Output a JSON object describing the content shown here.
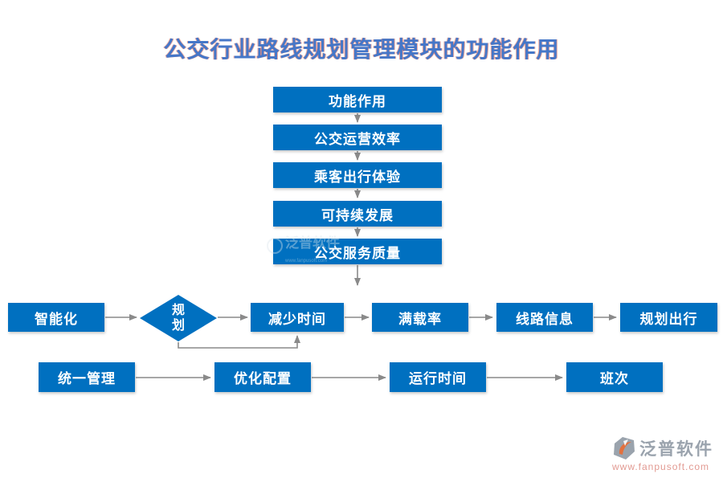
{
  "title": "公交行业路线规划管理模块的功能作用",
  "chain": [
    {
      "label": "功能作用"
    },
    {
      "label": "公交运营效率"
    },
    {
      "label": "乘客出行体验"
    },
    {
      "label": "可持续发展"
    },
    {
      "label": "公交服务质量"
    }
  ],
  "row1": {
    "start": {
      "label": "智能化"
    },
    "decision": {
      "label": "规划"
    },
    "steps": [
      {
        "label": "减少时间"
      },
      {
        "label": "满载率"
      },
      {
        "label": "线路信息"
      },
      {
        "label": "规划出行"
      }
    ]
  },
  "row2": [
    {
      "label": "统一管理"
    },
    {
      "label": "优化配置"
    },
    {
      "label": "运行时间"
    },
    {
      "label": "班次"
    }
  ],
  "watermark": {
    "brand": "泛普软件",
    "url": "www.fanpusoft.com"
  },
  "footer": {
    "brand": "泛普软件",
    "url": "www.fanpusoft.com"
  },
  "colors": {
    "node_blue": "#0070c0",
    "arrow_gray": "#8a8a8a",
    "title_blue": "#4577c8"
  }
}
